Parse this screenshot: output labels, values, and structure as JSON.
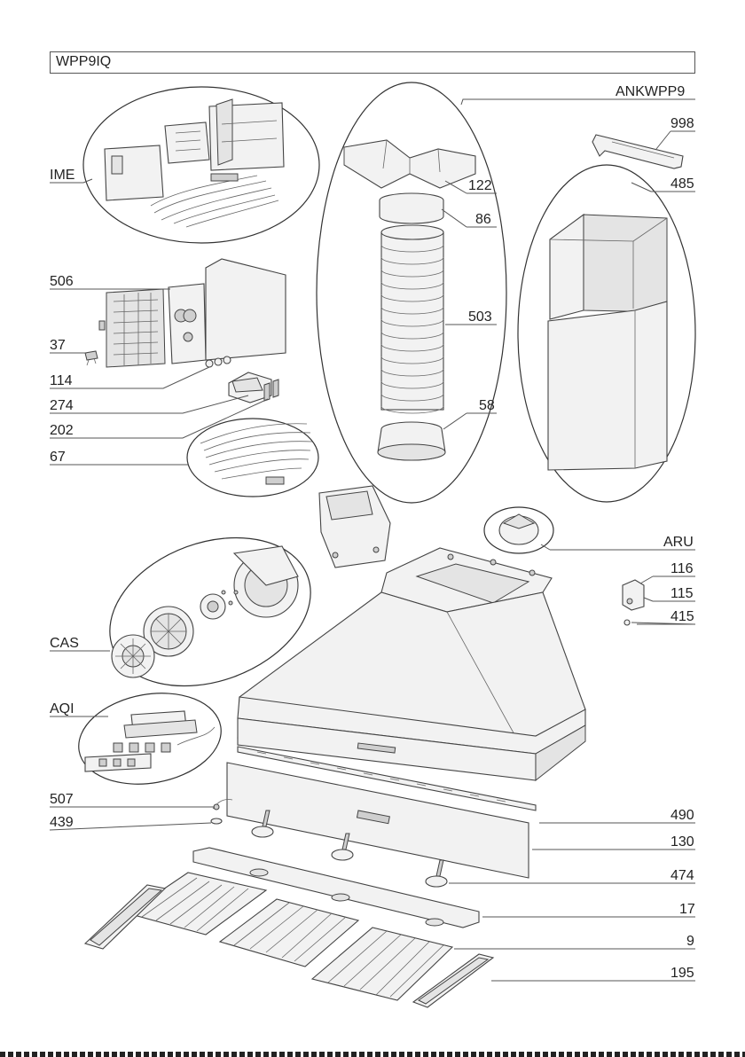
{
  "title": "WPP9IQ",
  "labels": {
    "l_ankwpp9": "ANKWPP9",
    "l_998": "998",
    "l_ime": "IME",
    "l_122": "122",
    "l_485": "485",
    "l_86": "86",
    "l_506": "506",
    "l_503": "503",
    "l_37": "37",
    "l_114": "114",
    "l_274": "274",
    "l_58": "58",
    "l_202": "202",
    "l_67": "67",
    "l_aru": "ARU",
    "l_116": "116",
    "l_115": "115",
    "l_415": "415",
    "l_cas": "CAS",
    "l_aqi": "AQI",
    "l_507": "507",
    "l_439": "439",
    "l_490": "490",
    "l_130": "130",
    "l_474": "474",
    "l_17": "17",
    "l_9": "9",
    "l_195": "195"
  }
}
